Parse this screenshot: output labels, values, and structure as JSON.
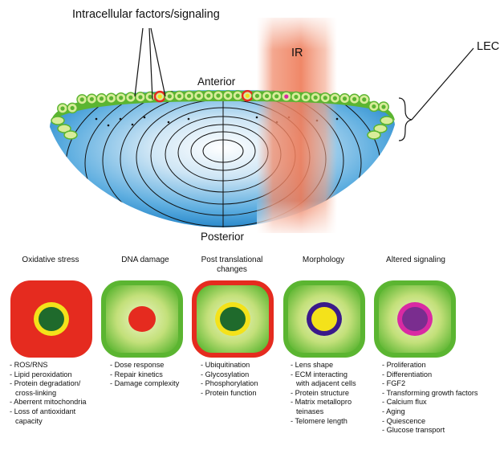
{
  "labels": {
    "intracellular": "Intracellular factors/signaling",
    "ir": "IR",
    "lec": "LEC",
    "anterior": "Anterior",
    "posterior": "Posterior"
  },
  "categories": [
    {
      "title": "Oxidative stress",
      "items": [
        "- ROS/RNS",
        "- Lipid peroxidation",
        "- Protein degradation/",
        "  cross-linking",
        "- Aberrent mitochondria",
        "- Loss of antioxidant",
        "  capacity"
      ]
    },
    {
      "title": "DNA damage",
      "items": [
        "- Dose response",
        "- Repair kinetics",
        "- Damage complexity"
      ]
    },
    {
      "title": "Post translational changes",
      "items": [
        "- Ubiquitination",
        "- Glycosylation",
        "- Phosphorylation",
        "- Protein function"
      ]
    },
    {
      "title": "Morphology",
      "items": [
        "- Lens shape",
        "- ECM interacting",
        "  with adjacent cells",
        "- Protein structure",
        "- Matrix metallopro",
        "  teinases",
        "- Telomere length"
      ]
    },
    {
      "title": "Altered signaling",
      "items": [
        "- Proliferation",
        "- Differentiation",
        "- FGF2",
        "- Transforming growth factors",
        "- Calcium flux",
        "- Aging",
        "- Quiescence",
        "- Glucose transport"
      ]
    }
  ],
  "colors": {
    "cell_green_outer": "#5bb531",
    "cell_green_inner": "#d8ec9a",
    "oxidative_border": "#e52b1f",
    "nucleus_dark_green": "#1f6a2c",
    "nucleus_red": "#e52b1f",
    "nucleus_yellow": "#f4e21a",
    "nucleus_purple": "#3a1a8a",
    "nucleus_magenta": "#d92aa3",
    "nucleus_violet": "#7a2d8f",
    "lens_blue": "#2b8fd1",
    "ir_band": "#f07a5a"
  }
}
